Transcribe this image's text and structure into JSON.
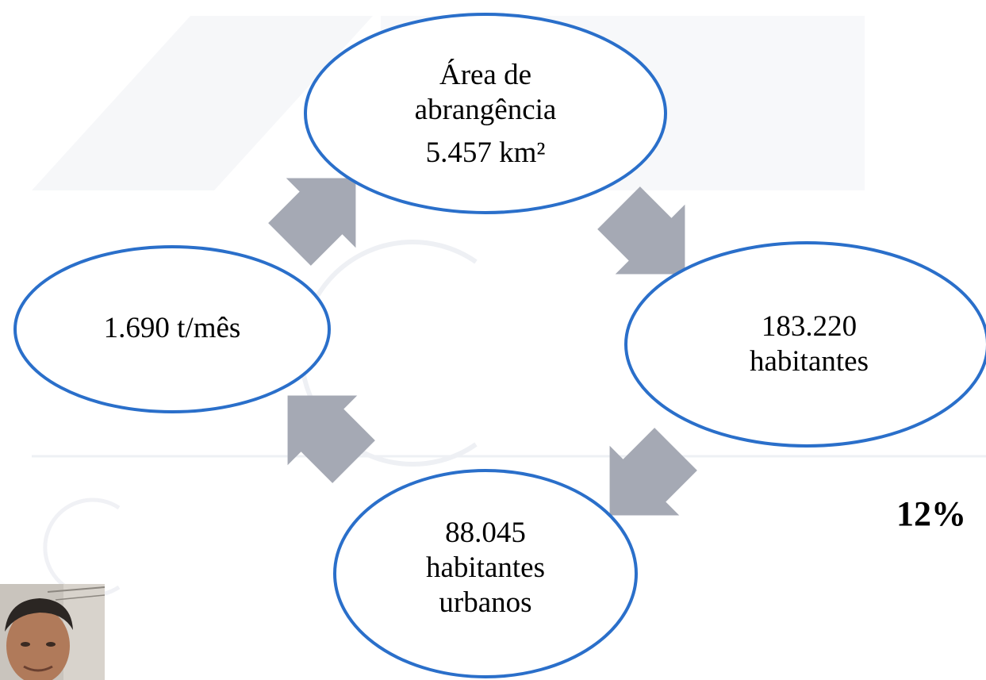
{
  "diagram": {
    "nodes": {
      "area": {
        "line1": "Área de",
        "line2": "abrangência",
        "line3": "5.457  km²"
      },
      "population": {
        "line1": "183.220",
        "line2": "habitantes"
      },
      "urban": {
        "line1": "88.045",
        "line2": "habitantes",
        "line3": "urbanos"
      },
      "waste": {
        "line1": "1.690 t/mês"
      }
    },
    "side_figure": "12%"
  },
  "colors": {
    "ellipse_stroke": "#2a6fca",
    "arrow_fill": "#a5a9b4",
    "watermark": "#f3f4f7"
  },
  "icons": {
    "avatar": "person-photo-icon"
  }
}
